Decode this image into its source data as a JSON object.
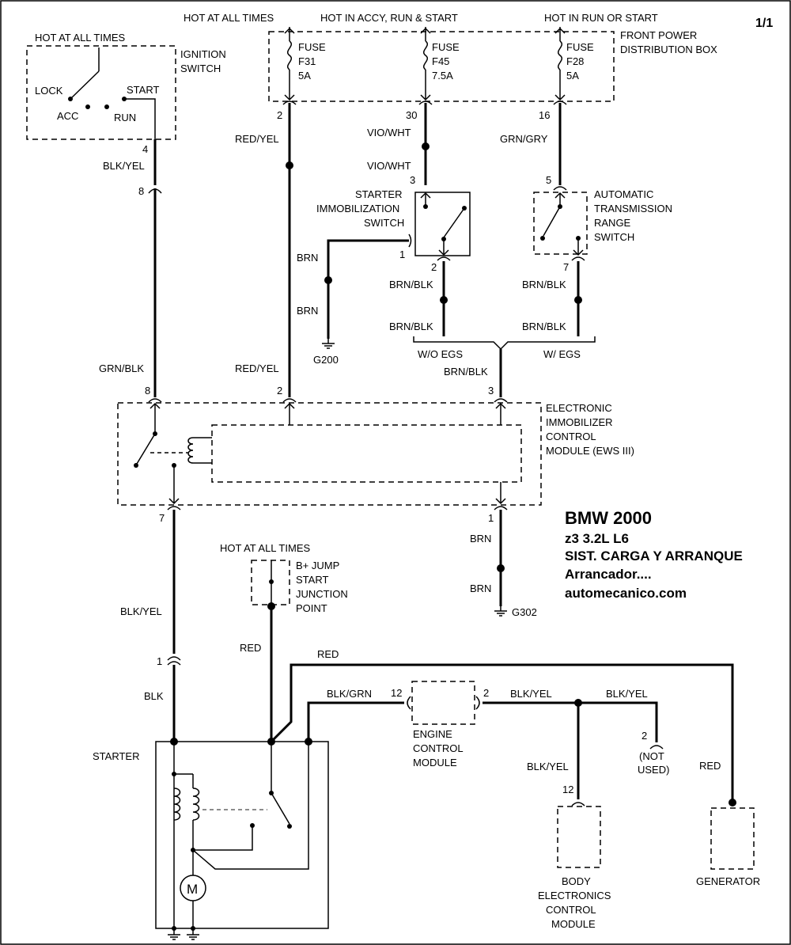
{
  "page_label": "1/1",
  "supply": {
    "hot_all_times_left": "HOT AT ALL TIMES",
    "hot_all_times_top": "HOT AT ALL TIMES",
    "hot_accy_run_start": "HOT IN ACCY, RUN & START",
    "hot_run_or_start": "HOT IN RUN OR START",
    "hot_all_times_b": "HOT AT ALL TIMES"
  },
  "ignition_switch": {
    "title_1": "IGNITION",
    "title_2": "SWITCH",
    "lock": "LOCK",
    "acc": "ACC",
    "run": "RUN",
    "start": "START"
  },
  "fuse_box": {
    "title_1": "FRONT POWER",
    "title_2": "DISTRIBUTION BOX",
    "fuses": [
      {
        "word": "FUSE",
        "name": "F31",
        "rating": "5A",
        "pin": "2"
      },
      {
        "word": "FUSE",
        "name": "F45",
        "rating": "7.5A",
        "pin": "30"
      },
      {
        "word": "FUSE",
        "name": "F28",
        "rating": "5A",
        "pin": "16"
      }
    ]
  },
  "wires": {
    "blk_yel_ign": "BLK/YEL",
    "red_yel_1": "RED/YEL",
    "red_yel_2": "RED/YEL",
    "vio_wht_1": "VIO/WHT",
    "vio_wht_2": "VIO/WHT",
    "grn_gry": "GRN/GRY",
    "brn_g200_1": "BRN",
    "brn_g200_2": "BRN",
    "brn_blk_a1": "BRN/BLK",
    "brn_blk_a2": "BRN/BLK",
    "brn_blk_b1": "BRN/BLK",
    "brn_blk_b2": "BRN/BLK",
    "brn_blk_joined": "BRN/BLK",
    "grn_blk": "GRN/BLK",
    "brn_g302_1": "BRN",
    "brn_g302_2": "BRN",
    "blk_yel_starter": "BLK/YEL",
    "blk": "BLK",
    "red_b": "RED",
    "red_top": "RED",
    "red_gen": "RED",
    "blk_grn": "BLK/GRN",
    "blk_yel_ecm": "BLK/YEL",
    "blk_yel_nu": "BLK/YEL",
    "blk_yel_body": "BLK/YEL"
  },
  "pins": {
    "ign_4": "4",
    "ign_8": "8",
    "immo_3": "3",
    "immo_1": "1",
    "immo_2": "2",
    "atr_5": "5",
    "atr_7": "7",
    "ews_8": "8",
    "ews_2": "2",
    "ews_3": "3",
    "ews_7": "7",
    "ews_1": "1",
    "conn_1": "1",
    "ecm_12": "12",
    "ecm_2": "2",
    "nu_2": "2",
    "body_12": "12"
  },
  "components": {
    "immobilization_switch": [
      "STARTER",
      "IMMOBILIZATION",
      "SWITCH"
    ],
    "trans_range_switch": [
      "AUTOMATIC",
      "TRANSMISSION",
      "RANGE",
      "SWITCH"
    ],
    "ews": [
      "ELECTRONIC",
      "IMMOBILIZER",
      "CONTROL",
      "MODULE (EWS III)"
    ],
    "b_jump": [
      "B+ JUMP",
      "START",
      "JUNCTION",
      "POINT"
    ],
    "engine_control_module": [
      "ENGINE",
      "CONTROL",
      "MODULE"
    ],
    "not_used": [
      "(NOT",
      "USED)"
    ],
    "body_module": [
      "BODY",
      "ELECTRONICS",
      "CONTROL",
      "MODULE"
    ],
    "starter": "STARTER",
    "generator": "GENERATOR",
    "motor_symbol": "M",
    "wo_egs": "W/O EGS",
    "w_egs": "W/ EGS"
  },
  "grounds": {
    "g200": "G200",
    "g302": "G302"
  },
  "info": {
    "make_year": "BMW  2000",
    "model": "z3  3.2L  L6",
    "system": "SIST. CARGA Y ARRANQUE",
    "subsystem": "Arrancador....",
    "site": "automecanico.com"
  }
}
